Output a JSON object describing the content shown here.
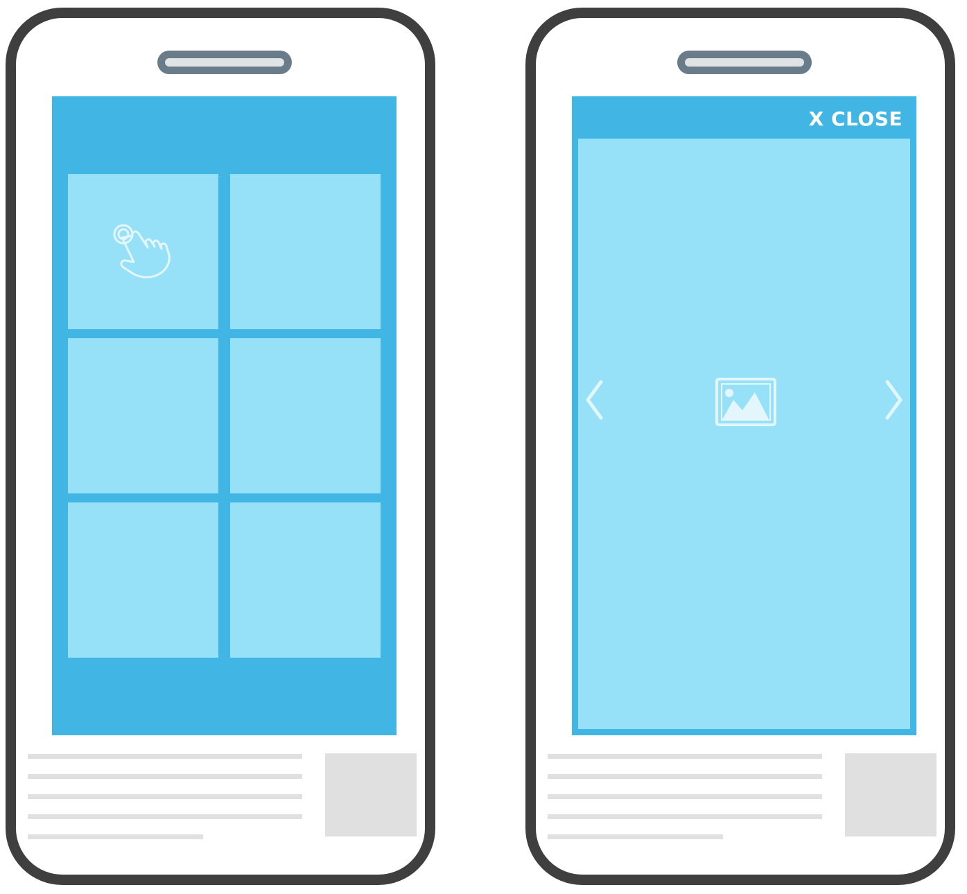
{
  "colors": {
    "phone_frame": "#3f3f3f",
    "screen_blue": "#41b6e4",
    "tile_light_blue": "#96e1f8",
    "speaker_gray": "#6a7c8a",
    "placeholder_gray": "#e0e0e0",
    "icon_white": "#e3f6fc"
  },
  "left_phone": {
    "tiles": [
      "",
      "",
      "",
      "",
      "",
      ""
    ],
    "icons": [
      "tap-hand-icon"
    ],
    "text_lines": 5
  },
  "right_phone": {
    "close_label": "X CLOSE",
    "icons": [
      "chevron-left-icon",
      "image-icon",
      "chevron-right-icon"
    ],
    "text_lines": 5
  }
}
